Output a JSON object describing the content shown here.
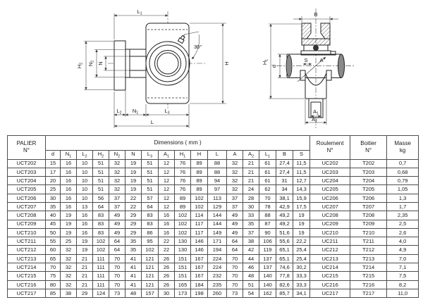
{
  "drawings": {
    "left": {
      "labels": {
        "L1": {
          "b": "L",
          "s": "1"
        },
        "H2": {
          "b": "H",
          "s": "2"
        },
        "N2": {
          "b": "N",
          "s": "2"
        },
        "N": {
          "b": "N",
          "s": ""
        },
        "angle": "30°",
        "H": {
          "b": "H",
          "s": ""
        },
        "L2": {
          "b": "L",
          "s": "2"
        },
        "N1": {
          "b": "N",
          "s": "1"
        },
        "L3": {
          "b": "L",
          "s": "3"
        },
        "L": {
          "b": "L",
          "s": ""
        }
      }
    },
    "right": {
      "labels": {
        "B": {
          "b": "B",
          "s": ""
        },
        "H1": {
          "b": "H",
          "s": "1"
        },
        "d": {
          "b": "d",
          "s": ""
        },
        "S": {
          "b": "S",
          "s": ""
        },
        "A": {
          "b": "A",
          "s": ""
        },
        "A1": {
          "b": "A",
          "s": "1"
        },
        "A2": {
          "b": "A",
          "s": "2"
        }
      }
    }
  },
  "table": {
    "col_palier": {
      "line1": "PALIER",
      "line2": "N°"
    },
    "dimensions_title": "Dimensions ( mm )",
    "dim_cols": [
      {
        "b": "d",
        "s": ""
      },
      {
        "b": "N",
        "s": "1"
      },
      {
        "b": "L",
        "s": "2"
      },
      {
        "b": "H",
        "s": "2"
      },
      {
        "b": "N",
        "s": "2"
      },
      {
        "b": "N",
        "s": ""
      },
      {
        "b": "L",
        "s": "3"
      },
      {
        "b": "A",
        "s": "1"
      },
      {
        "b": "H",
        "s": "1"
      },
      {
        "b": "H",
        "s": ""
      },
      {
        "b": "L",
        "s": ""
      },
      {
        "b": "A",
        "s": ""
      },
      {
        "b": "A",
        "s": "2"
      },
      {
        "b": "L",
        "s": "1"
      },
      {
        "b": "B",
        "s": ""
      },
      {
        "b": "S",
        "s": ""
      }
    ],
    "col_roulement": {
      "line1": "Roulement",
      "line2": "N°"
    },
    "col_boitier": {
      "line1": "Boitier",
      "line2": "N°"
    },
    "col_masse": {
      "line1": "Masse",
      "line2": "kg"
    },
    "rows": [
      {
        "palier": "UCT202",
        "dims": [
          "15",
          "16",
          "10",
          "51",
          "32",
          "19",
          "51",
          "12",
          "76",
          "89",
          "88",
          "32",
          "21",
          "61",
          "27,4",
          "11,5"
        ],
        "roulement": "UC202",
        "boitier": "T202",
        "masse": "0,7"
      },
      {
        "palier": "UCT203",
        "dims": [
          "17",
          "16",
          "10",
          "51",
          "32",
          "19",
          "51",
          "12",
          "76",
          "89",
          "88",
          "32",
          "21",
          "61",
          "27,4",
          "11,5"
        ],
        "roulement": "UC203",
        "boitier": "T203",
        "masse": "0,68"
      },
      {
        "palier": "UCT204",
        "dims": [
          "20",
          "16",
          "10",
          "51",
          "32",
          "19",
          "51",
          "12",
          "76",
          "89",
          "94",
          "32",
          "21",
          "61",
          "31",
          "12,7"
        ],
        "roulement": "UC204",
        "boitier": "T204",
        "masse": "0,79"
      },
      {
        "palier": "UCT205",
        "dims": [
          "25",
          "16",
          "10",
          "51",
          "32",
          "19",
          "51",
          "12",
          "76",
          "89",
          "97",
          "32",
          "24",
          "62",
          "34",
          "14,3"
        ],
        "roulement": "UC205",
        "boitier": "T205",
        "masse": "1,05"
      },
      {
        "palier": "UCT206",
        "dims": [
          "30",
          "16",
          "10",
          "56",
          "37",
          "22",
          "57",
          "12",
          "89",
          "102",
          "113",
          "37",
          "28",
          "70",
          "38,1",
          "15,9"
        ],
        "roulement": "UC206",
        "boitier": "T206",
        "masse": "1,3"
      },
      {
        "palier": "UCT207",
        "dims": [
          "35",
          "16",
          "13",
          "64",
          "37",
          "22",
          "64",
          "12",
          "89",
          "102",
          "129",
          "37",
          "30",
          "78",
          "42,9",
          "17,5"
        ],
        "roulement": "UC207",
        "boitier": "T207",
        "masse": "1,7"
      },
      {
        "palier": "UCT208",
        "dims": [
          "40",
          "19",
          "16",
          "83",
          "49",
          "29",
          "83",
          "16",
          "102",
          "114",
          "144",
          "49",
          "33",
          "88",
          "49,2",
          "19"
        ],
        "roulement": "UC208",
        "boitier": "T208",
        "masse": "2,35"
      },
      {
        "palier": "UCT209",
        "dims": [
          "45",
          "19",
          "16",
          "83",
          "49",
          "29",
          "83",
          "16",
          "102",
          "117",
          "144",
          "49",
          "35",
          "87",
          "49,2",
          "19"
        ],
        "roulement": "UC209",
        "boitier": "T209",
        "masse": "2,5"
      },
      {
        "palier": "UCT210",
        "dims": [
          "50",
          "19",
          "16",
          "83",
          "49",
          "29",
          "86",
          "16",
          "102",
          "117",
          "149",
          "49",
          "37",
          "90",
          "51,6",
          "19"
        ],
        "roulement": "UC210",
        "boitier": "T210",
        "masse": "2,6"
      },
      {
        "palier": "UCT211",
        "dims": [
          "55",
          "25",
          "19",
          "102",
          "64",
          "35",
          "95",
          "22",
          "130",
          "146",
          "171",
          "64",
          "38",
          "106",
          "55,6",
          "22,2"
        ],
        "roulement": "UC211",
        "boitier": "T211",
        "masse": "4,0"
      },
      {
        "palier": "UCT212",
        "dims": [
          "60",
          "32",
          "19",
          "102",
          "64",
          "35",
          "102",
          "22",
          "130",
          "146",
          "194",
          "64",
          "42",
          "119",
          "65,1",
          "25,4"
        ],
        "roulement": "UC212",
        "boitier": "T212",
        "masse": "4,9"
      },
      {
        "palier": "UCT213",
        "dims": [
          "65",
          "32",
          "21",
          "111",
          "70",
          "41",
          "121",
          "26",
          "151",
          "167",
          "224",
          "70",
          "44",
          "137",
          "65,1",
          "25,4"
        ],
        "roulement": "UC213",
        "boitier": "T213",
        "masse": "7,0"
      },
      {
        "palier": "UCT214",
        "dims": [
          "70",
          "32",
          "21",
          "111",
          "70",
          "41",
          "121",
          "26",
          "151",
          "167",
          "224",
          "70",
          "46",
          "137",
          "74,6",
          "30,2"
        ],
        "roulement": "UC214",
        "boitier": "T214",
        "masse": "7,1"
      },
      {
        "palier": "UCT215",
        "dims": [
          "75",
          "32",
          "21",
          "111",
          "70",
          "41",
          "121",
          "26",
          "151",
          "167",
          "232",
          "70",
          "48",
          "140",
          "77,8",
          "33,3"
        ],
        "roulement": "UC215",
        "boitier": "T215",
        "masse": "7,5"
      },
      {
        "palier": "UCT216",
        "dims": [
          "80",
          "32",
          "21",
          "111",
          "70",
          "41",
          "121",
          "26",
          "165",
          "184",
          "235",
          "70",
          "51",
          "140",
          "82,6",
          "33,3"
        ],
        "roulement": "UC216",
        "boitier": "T216",
        "masse": "8,2"
      },
      {
        "palier": "UCT217",
        "dims": [
          "85",
          "38",
          "29",
          "124",
          "73",
          "48",
          "157",
          "30",
          "173",
          "198",
          "260",
          "73",
          "54",
          "162",
          "85,7",
          "34,1"
        ],
        "roulement": "UC217",
        "boitier": "T217",
        "masse": "11,0"
      }
    ]
  }
}
